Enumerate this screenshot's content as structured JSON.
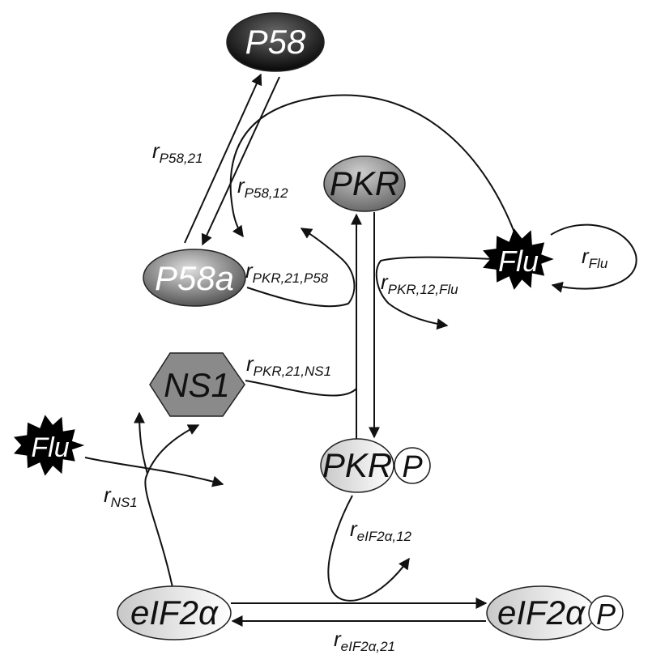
{
  "nodes": {
    "p58": "P58",
    "p58a": "P58a",
    "pkr": "PKR",
    "pkr_p_main": "PKR",
    "pkr_p_tag": "P",
    "flu_right": "Flu",
    "flu_left": "Flu",
    "ns1": "NS1",
    "eif2a": "eIF2α",
    "eif2a_p_main": "eIF2α",
    "eif2a_p_tag": "P"
  },
  "rates": {
    "p58_21": {
      "r": "r",
      "sub": "P58,21"
    },
    "p58_12": {
      "r": "r",
      "sub": "P58,12"
    },
    "pkr_21_p58": {
      "r": "r",
      "sub": "PKR,21,P58"
    },
    "pkr_12_flu": {
      "r": "r",
      "sub": "PKR,12,Flu"
    },
    "flu": {
      "r": "r",
      "sub": "Flu"
    },
    "pkr_21_ns1": {
      "r": "r",
      "sub": "PKR,21,NS1"
    },
    "ns1": {
      "r": "r",
      "sub": "NS1"
    },
    "eif2a_12": {
      "r": "r",
      "sub": "eIF2α,12"
    },
    "eif2a_21": {
      "r": "r",
      "sub": "eIF2α,21"
    }
  }
}
